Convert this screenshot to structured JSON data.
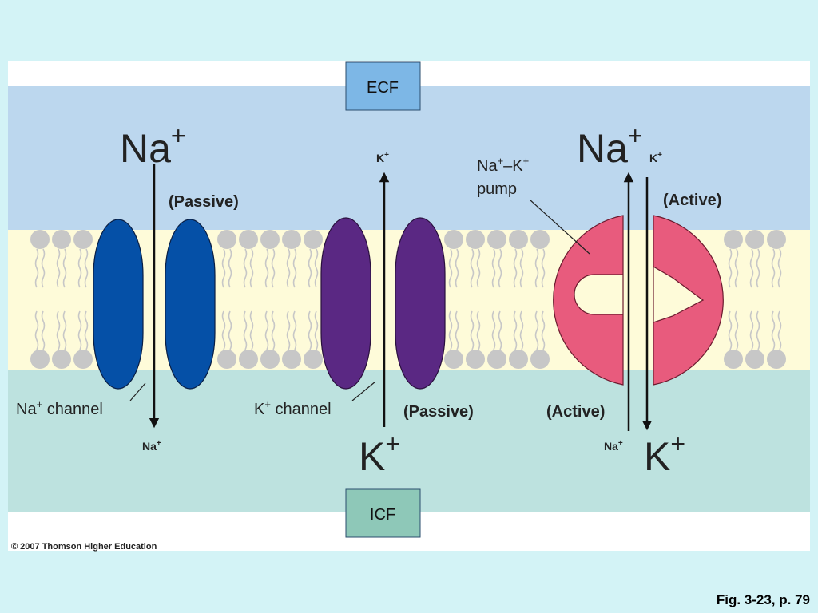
{
  "compartments": {
    "top": "ECF",
    "bottom": "ICF"
  },
  "sodium_channel": {
    "ion_top": "Na",
    "ion_top_charge": "+",
    "mode": "(Passive)",
    "label": "Na",
    "label_charge": "+",
    "label_rest": " channel",
    "ion_bottom": "Na",
    "ion_bottom_charge": "+"
  },
  "potassium_channel": {
    "ion_top": "K",
    "ion_top_charge": "+",
    "label": "K",
    "label_charge": "+",
    "label_rest": " channel",
    "mode": "(Passive)",
    "ion_bottom": "K",
    "ion_bottom_charge": "+"
  },
  "pump": {
    "label_line1_a": "Na",
    "label_line1_b": "+",
    "label_line1_c": "–K",
    "label_line1_d": "+",
    "label_line2": "pump",
    "na_top": "Na",
    "na_top_charge": "+",
    "k_top": "K",
    "k_top_charge": "+",
    "mode_top": "(Active)",
    "mode_bottom": "(Active)",
    "na_bottom": "Na",
    "na_bottom_charge": "+",
    "k_bottom": "K",
    "k_bottom_charge": "+"
  },
  "copyright": "© 2007 Thomson Higher Education",
  "figure_ref": "Fig. 3-23, p. 79",
  "colors": {
    "background": "#d3f3f6",
    "ecf": "#bcd7ee",
    "membrane": "#fefbd9",
    "icf": "#bde2df",
    "na_channel": "#0550a7",
    "k_channel": "#5a2883",
    "pump": "#e85b7d",
    "lipid_head": "#c7c7c7",
    "ecf_box": "#7db7e6",
    "icf_box": "#8ec8b8"
  }
}
